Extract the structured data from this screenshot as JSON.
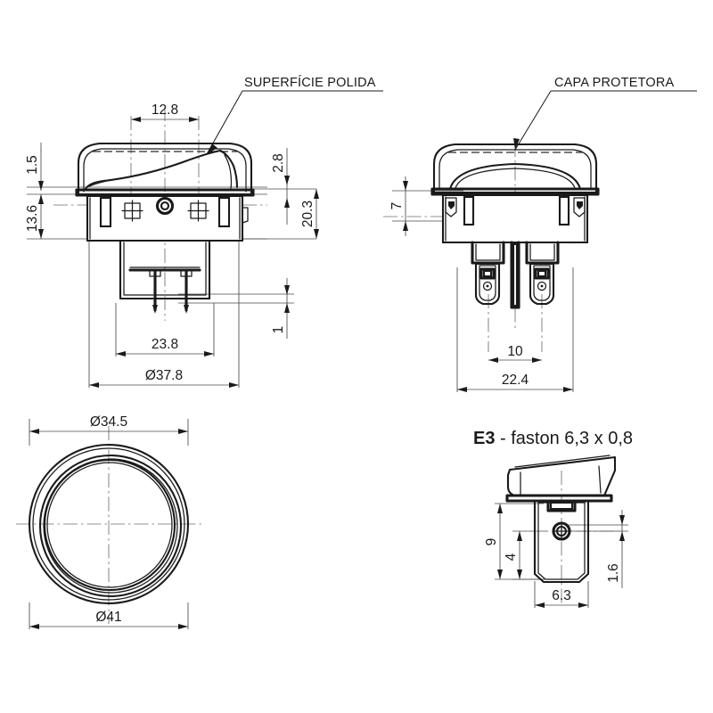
{
  "document": {
    "type": "engineering-drawing",
    "subject": "rocker switch with protective cap",
    "units": "mm"
  },
  "annotations": {
    "polished_surface": "SUPERFÍCIE POLIDA",
    "protective_cap": "CAPA PROTETORA"
  },
  "detail_title": {
    "code": "E3",
    "rest": " - faston 6,3 x 0,8"
  },
  "views": {
    "front": {
      "name": "front-elevation",
      "dimensions": {
        "rocker_width": "12.8",
        "cap_lip": "1.5",
        "body_height": "13.6",
        "bezel_gap": "2.8",
        "overall_depth": "20.3",
        "tail_clearance": "1",
        "body_width": "23.8",
        "flange_diameter": "Ø37.8"
      }
    },
    "side": {
      "name": "side-elevation",
      "dimensions": {
        "cap_height": "7",
        "terminal_spacing": "10",
        "body_width": "22.4"
      }
    },
    "top": {
      "name": "top-plan-circular",
      "dimensions": {
        "inner_diameter": "Ø34.5",
        "outer_diameter": "Ø41"
      }
    },
    "faston_detail": {
      "name": "faston-terminal-detail",
      "dimensions": {
        "tab_height": "9",
        "hole_center_height": "4",
        "hole_offset": "1.6",
        "tab_width": "6.3"
      }
    }
  },
  "chart_data": {
    "type": "table",
    "title": "Rocker switch dimensional data (mm)",
    "categories": [
      "12.8",
      "1.5",
      "13.6",
      "2.8",
      "20.3",
      "1",
      "23.8",
      "37.8",
      "7",
      "10",
      "22.4",
      "34.5",
      "41",
      "9",
      "4",
      "1.6",
      "6.3"
    ],
    "values": [
      12.8,
      1.5,
      13.6,
      2.8,
      20.3,
      1,
      23.8,
      37.8,
      7,
      10,
      22.4,
      34.5,
      41,
      9,
      4,
      1.6,
      6.3
    ]
  }
}
